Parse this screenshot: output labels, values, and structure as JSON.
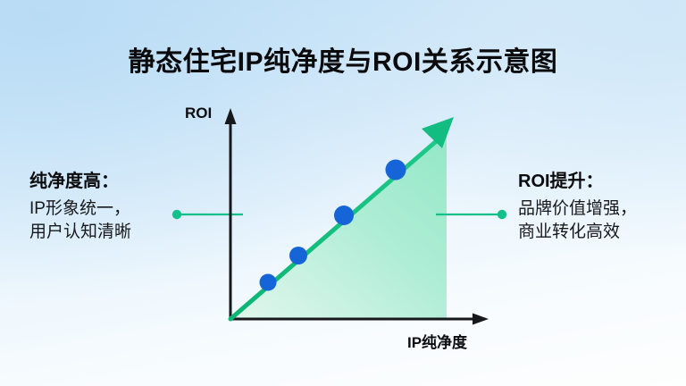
{
  "title": "静态住宅IP纯净度与ROI关系示意图",
  "colors": {
    "background_top": "#c7e3f7",
    "background_bottom": "#fdfefe",
    "line": "#10b981",
    "line_dark": "#0aa86a",
    "area_fill": "#a7eccd",
    "point": "#1565d8",
    "axis": "#16181c",
    "text": "#0b0b0d",
    "connector": "#12c08a"
  },
  "callouts": {
    "left": {
      "headline": "纯净度高：",
      "line1": "IP形象统一，",
      "line2": "用户认知清晰",
      "connector_icon": "connector-dot-icon"
    },
    "right": {
      "headline": "ROI提升：",
      "line1": "品牌价值增强，",
      "line2": "商业转化高效",
      "connector_icon": "connector-dot-icon"
    }
  },
  "chart_data": {
    "type": "line",
    "title": "静态住宅IP纯净度与ROI关系示意图",
    "xlabel": "IP纯净度",
    "ylabel": "ROI",
    "grid": false,
    "legend": null,
    "xlim": [
      0,
      10
    ],
    "ylim": [
      0,
      10
    ],
    "series": [
      {
        "name": "IP纯净度与ROI",
        "x": [
          0,
          1.7,
          3.1,
          5.2,
          7.6,
          10
        ],
        "values": [
          0,
          1.4,
          2.6,
          4.4,
          6.4,
          8.6
        ],
        "color": "#10b981",
        "marker_color": "#1565d8",
        "area_fill": true
      }
    ],
    "markers": [
      {
        "x": 1.7,
        "y": 1.4
      },
      {
        "x": 3.1,
        "y": 2.6
      },
      {
        "x": 5.2,
        "y": 4.4
      },
      {
        "x": 7.6,
        "y": 6.4
      }
    ],
    "annotations": [
      {
        "text": "纯净度高：IP形象统一，用户认知清晰",
        "position": "left"
      },
      {
        "text": "ROI提升：品牌价值增强，商业转化高效",
        "position": "right"
      }
    ],
    "arrow_axes": true,
    "tick_labels": {
      "x": [],
      "y": []
    }
  }
}
